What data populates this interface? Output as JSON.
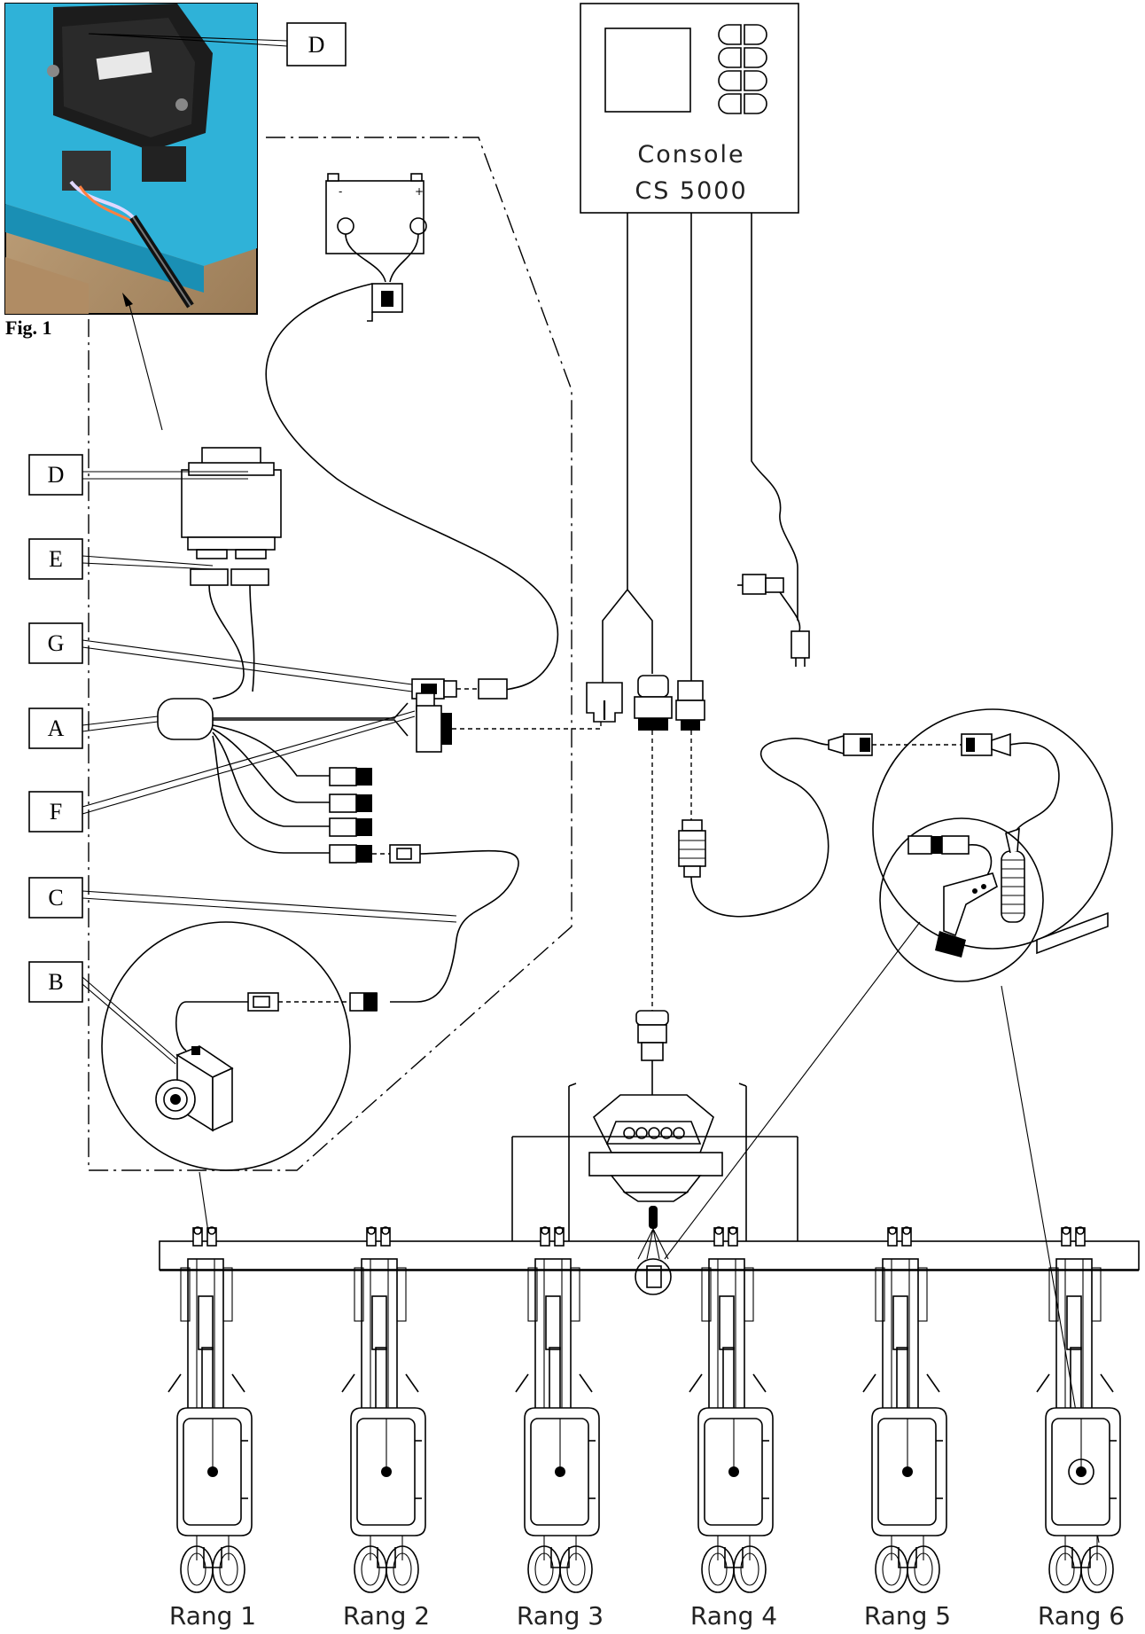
{
  "photo": {
    "label": "D",
    "caption": "Fig. 1"
  },
  "console": {
    "line1": "Console",
    "line2": "CS 5000"
  },
  "battery": {
    "minus": "-",
    "plus": "+"
  },
  "labels": [
    "D",
    "E",
    "G",
    "A",
    "F",
    "C",
    "B"
  ],
  "rows": [
    "Rang 1",
    "Rang 2",
    "Rang 3",
    "Rang 4",
    "Rang 5",
    "Rang 6"
  ],
  "colors": {
    "photo_background": "#2fb2d8",
    "photo_floor": "#b99a72",
    "ink": "#000000"
  }
}
